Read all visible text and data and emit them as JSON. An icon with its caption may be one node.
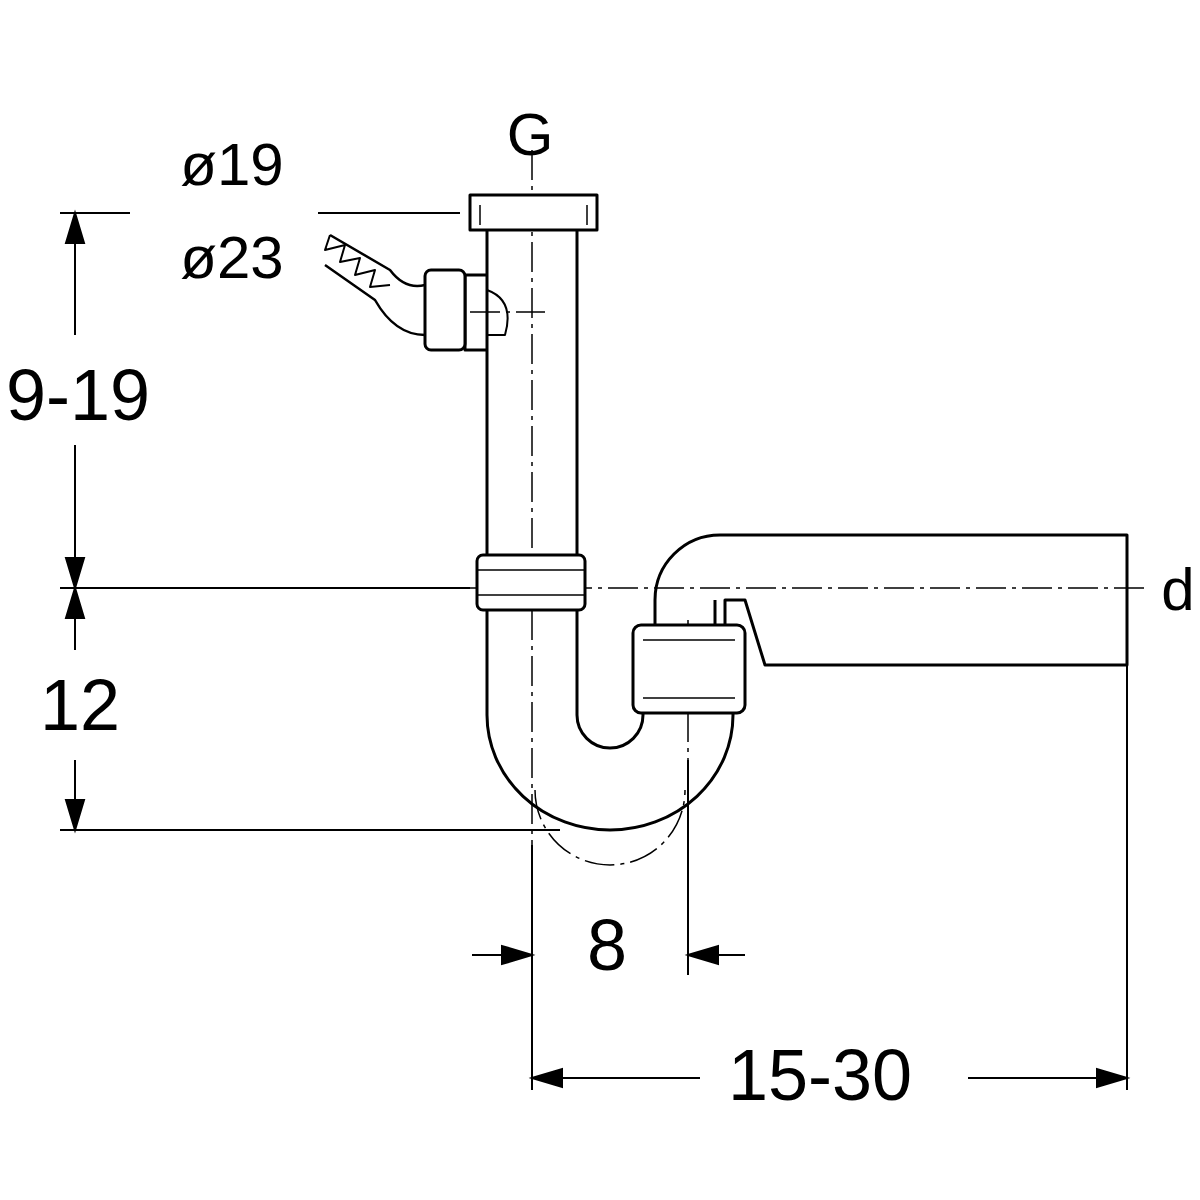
{
  "diagram": {
    "labels": [
      "G",
      "ø19",
      "ø23",
      "9-19",
      "d",
      "12",
      "8",
      "15-30"
    ]
  }
}
